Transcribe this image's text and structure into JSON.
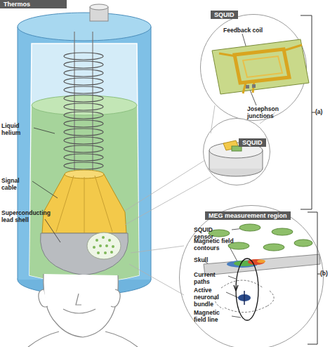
{
  "diagram": {
    "nodes": [
      {
        "text": [
          "SQUID"
        ]
      },
      {
        "text": [
          "SQUID"
        ]
      },
      {
        "text": [
          "MEG measurement region"
        ]
      }
    ],
    "labels": [
      "Thermos",
      "Liquid helium",
      "Signal cable",
      "Superconducting lead shell",
      "Feedback coil",
      "Josephson junctions",
      "(a)",
      "SQUID sensor",
      "Magnetic field contours",
      "Skull",
      "Current paths",
      "Active neuronal bundle",
      "Magnetic field line",
      "(b)"
    ]
  }
}
